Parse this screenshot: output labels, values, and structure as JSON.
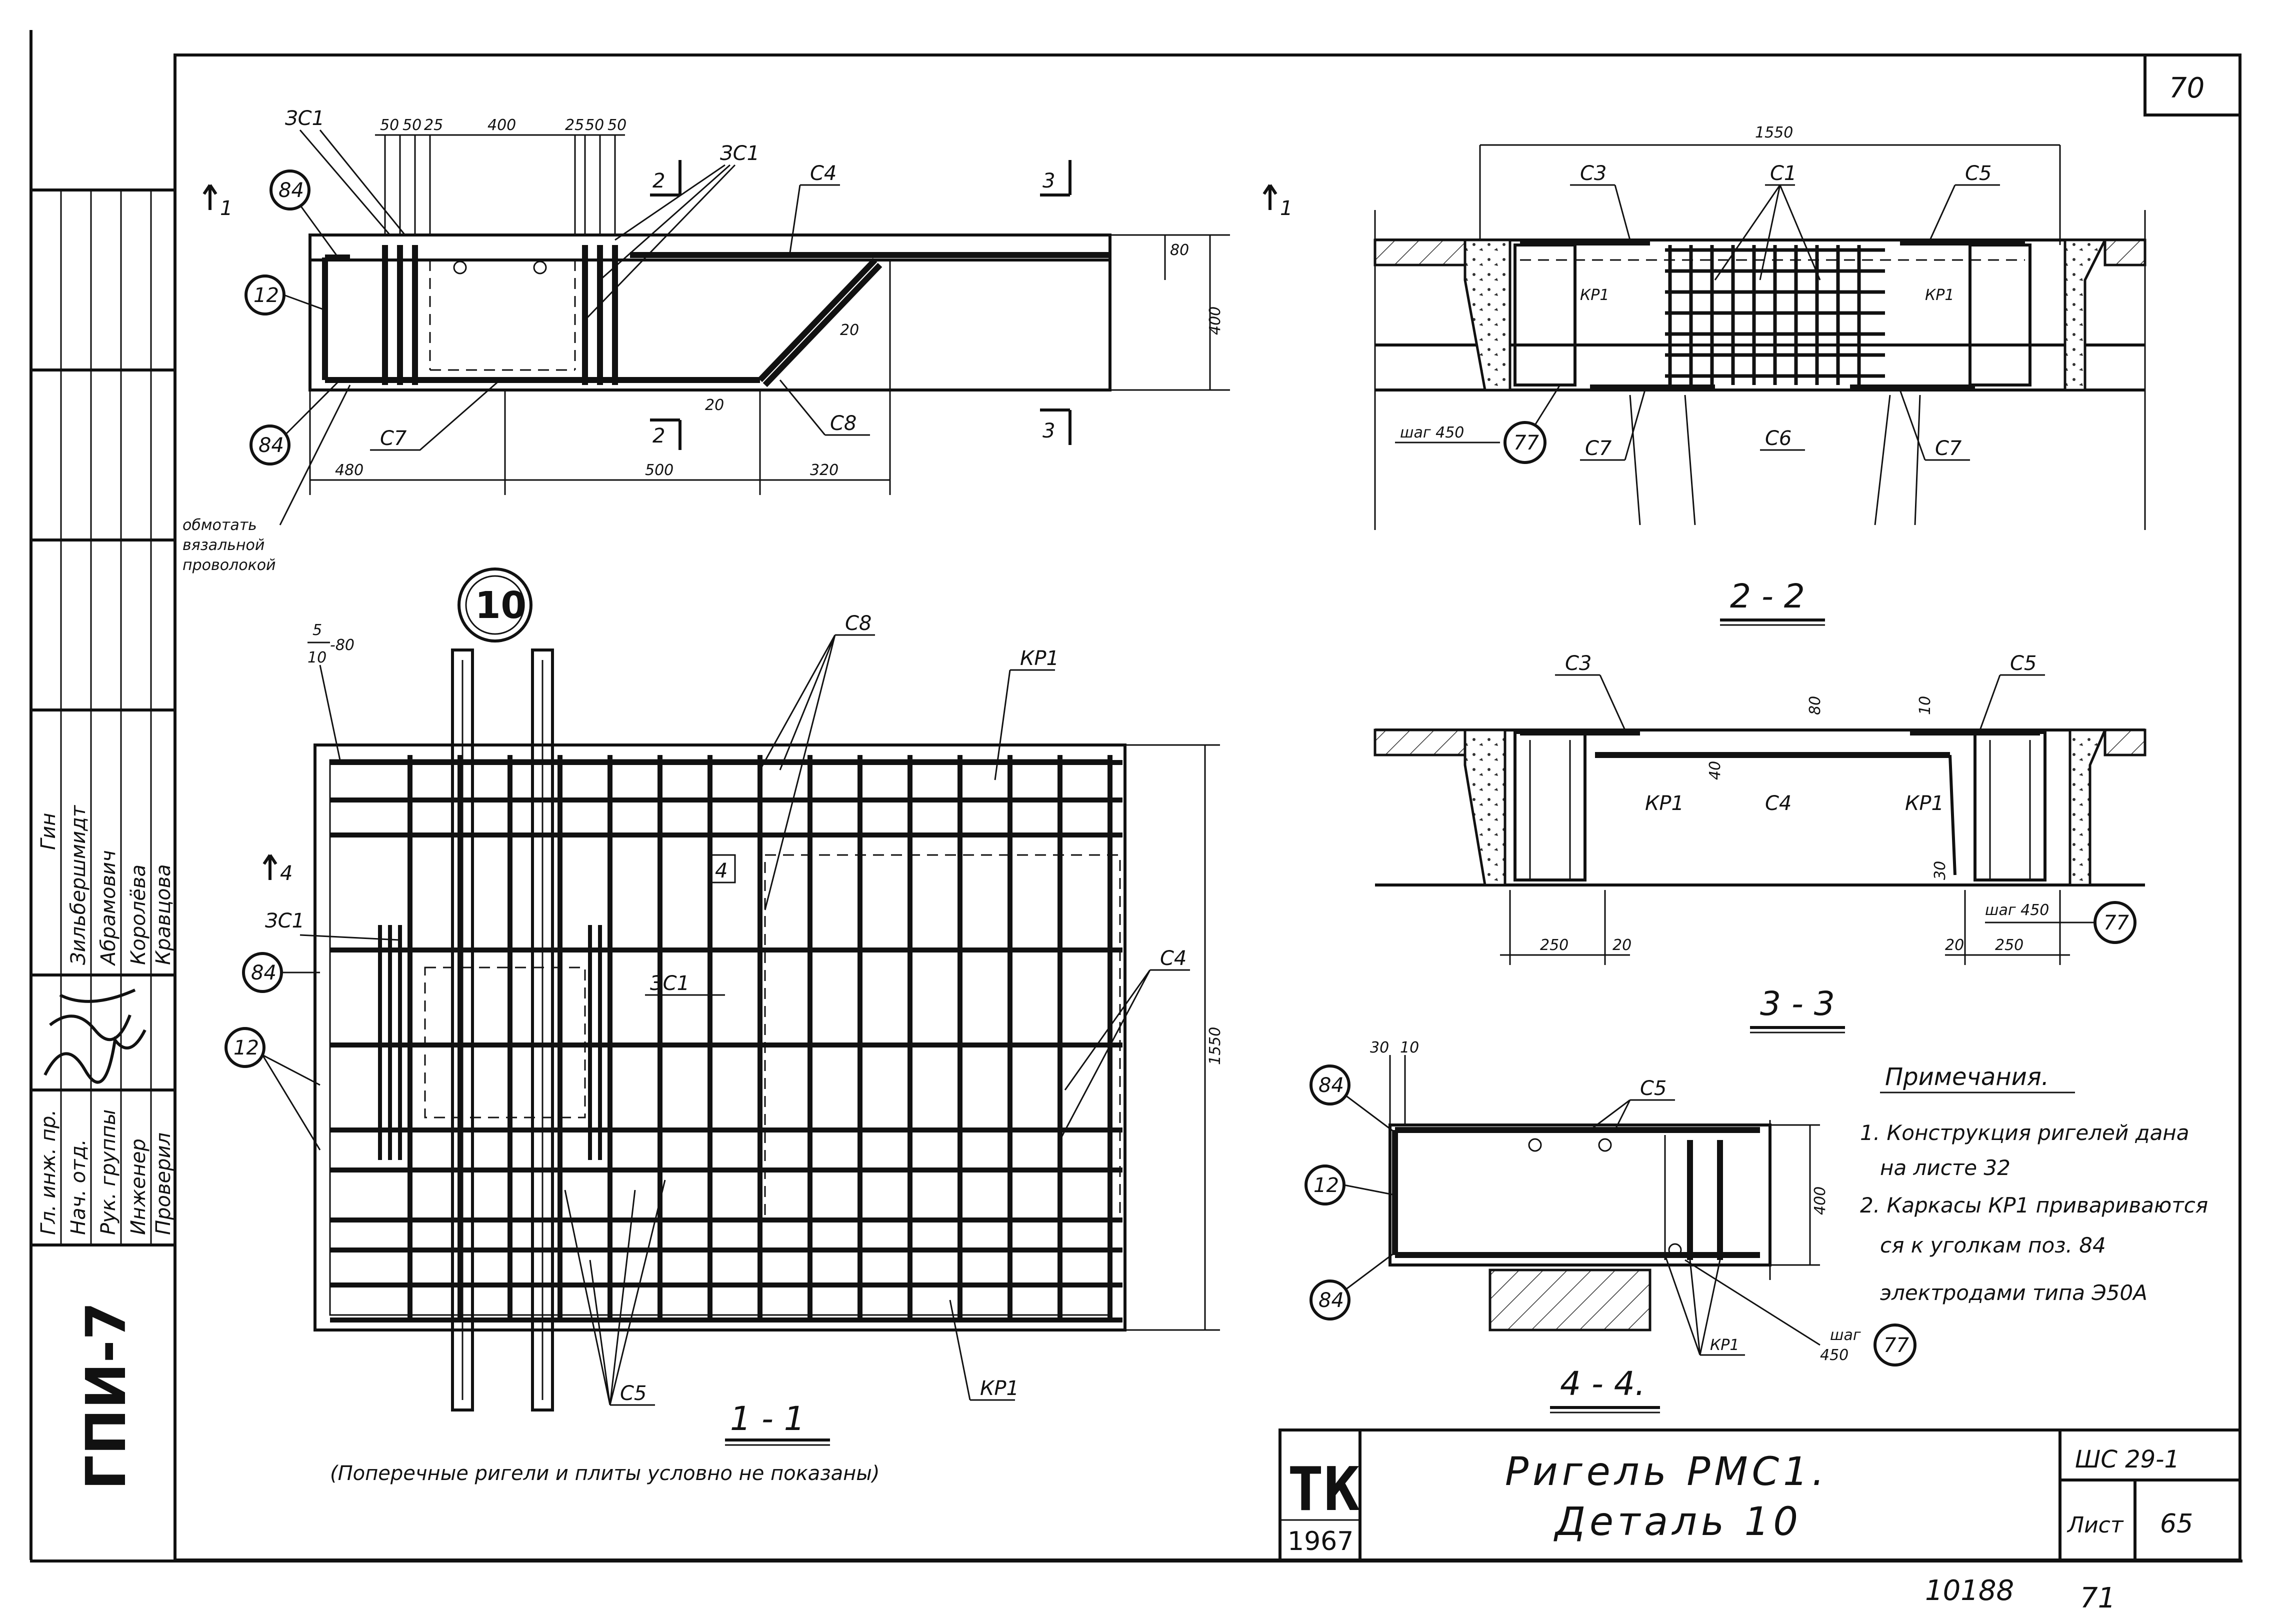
{
  "stamp_top_right": "70",
  "side_stamp": "ГПИ-7",
  "side_table": {
    "rows": [
      {
        "role": "Гл. инж. пр.",
        "name": "Гин"
      },
      {
        "role": "Нач. отд.",
        "name": "Зильбершмидт"
      },
      {
        "role": "Рук. группы",
        "name": "Абрамович"
      },
      {
        "role": "Инженер",
        "name": "Королёва"
      },
      {
        "role": "Проверил",
        "name": "Кравцова"
      }
    ]
  },
  "detail_marker": "10",
  "view_top_left": {
    "labels": {
      "zs1_a": "ЗС1",
      "zs1_b": "ЗС1",
      "c4": "С4",
      "c7": "С7",
      "c8": "С8",
      "p84_a": "84",
      "p12": "12",
      "p84_b": "84",
      "cut1_l": "1",
      "cut1_r": "1",
      "cut2_t": "2",
      "cut2_b": "2",
      "cut3_t": "3",
      "cut3_b": "3",
      "note_line1": "обмотать",
      "note_line2": "вязальной",
      "note_line3": "проволокой"
    },
    "dims_top": [
      "50",
      "50",
      "25",
      "400",
      "25",
      "50",
      "50"
    ],
    "dims_bottom": [
      "480",
      "500",
      "320"
    ],
    "dim_right_80": "80",
    "dim_right_400": "400",
    "dim_20a": "20",
    "dim_20b": "20"
  },
  "view_plan": {
    "labels": {
      "frac_top": "5",
      "frac_bottom": "10",
      "frac_suffix": "-80",
      "c8": "С8",
      "kp1_top": "КР1",
      "cut4_l": "4",
      "cut4_m": "4",
      "zs1_a": "ЗС1",
      "zs1_b": "ЗС1",
      "p84": "84",
      "p12": "12",
      "c4": "С4",
      "c5": "С5",
      "kp1_bottom": "КР1"
    },
    "dim_right": "1550",
    "section_title": "1 - 1",
    "caption": "(Поперечные ригели и плиты условно не показаны)"
  },
  "view_22": {
    "dim_top": "1550",
    "labels": {
      "c3": "С3",
      "c1": "С1",
      "c5": "С5",
      "kp1_l": "КР1",
      "kp1_r": "КР1",
      "step": "шаг 450",
      "p77": "77",
      "c7_l": "С7",
      "c6": "С6",
      "c7_r": "С7"
    },
    "title": "2 - 2"
  },
  "view_33": {
    "labels": {
      "c3": "С3",
      "c5": "С5",
      "kp1_l": "КР1",
      "c4": "С4",
      "kp1_r": "КР1",
      "step": "шаг 450",
      "p77": "77"
    },
    "dims": {
      "d80": "80",
      "d10": "10",
      "d40": "40",
      "d30": "30",
      "d250_l": "250",
      "d20_l": "20",
      "d20_r": "20",
      "d250_r": "250"
    },
    "title": "3 - 3"
  },
  "view_44": {
    "labels": {
      "d30": "30",
      "d10": "10",
      "c5": "С5",
      "p84_a": "84",
      "p12": "12",
      "p84_b": "84",
      "dim400": "400",
      "kp1": "КР1",
      "step": "шаг",
      "step_val": "450",
      "p77": "77"
    },
    "title": "4 - 4."
  },
  "notes": {
    "title": "Примечания.",
    "items": [
      "1. Конструкция ригелей дана",
      "на листе 32",
      "2. Каркасы КР1 привариваются",
      "ся к уголкам поз. 84",
      "электродами типа Э50А"
    ]
  },
  "title_block": {
    "tk": "ТК",
    "year": "1967",
    "title_line1": "Ригель РМС1.",
    "title_line2": "Деталь 10",
    "series": "ШС 29-1",
    "sheet_label": "Лист",
    "sheet_no": "65"
  },
  "footer": {
    "number": "10188",
    "page": "71"
  }
}
